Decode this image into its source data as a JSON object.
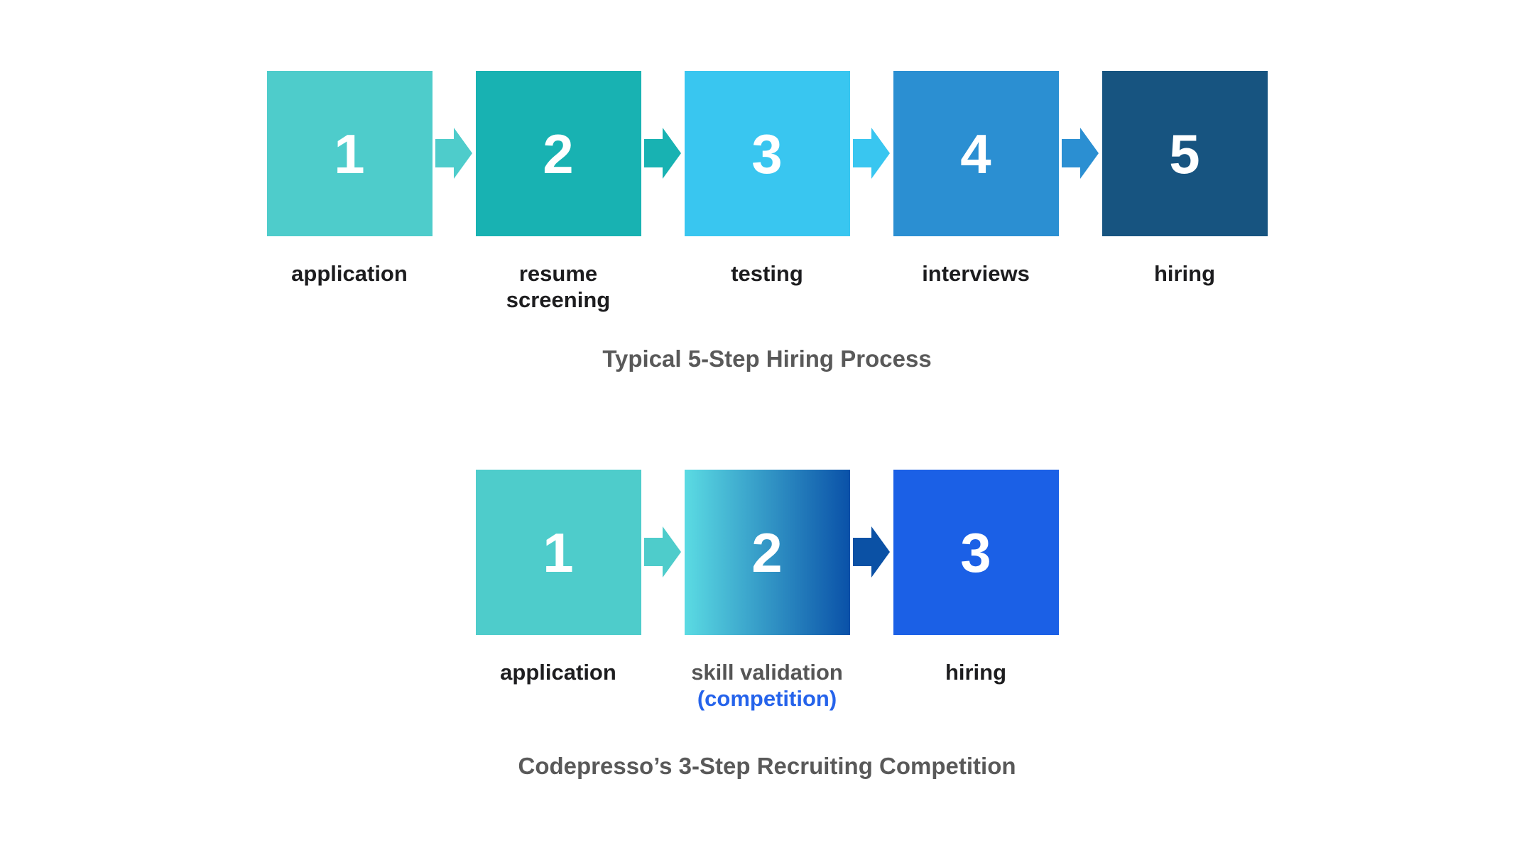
{
  "background_color": "#ffffff",
  "title_color": "#595959",
  "rows": [
    {
      "title": "Typical 5-Step Hiring Process",
      "steps": [
        {
          "number": "1",
          "line1": "application",
          "line1_color": "#1d1d1f",
          "background": "#4ECCCB"
        },
        {
          "number": "2",
          "line1": "resume",
          "line2": "screening",
          "line1_color": "#1d1d1f",
          "line2_color": "#1d1d1f",
          "background": "#18B2B2"
        },
        {
          "number": "3",
          "line1": "testing",
          "line1_color": "#1d1d1f",
          "background": "#39C6F0"
        },
        {
          "number": "4",
          "line1": "interviews",
          "line1_color": "#1d1d1f",
          "background": "#2B8FD2"
        },
        {
          "number": "5",
          "line1": "hiring",
          "line1_color": "#1d1d1f",
          "background": "#175480"
        }
      ],
      "arrow_colors": [
        "#4ECCCB",
        "#18B2B2",
        "#39C6F0",
        "#2B8FD2"
      ]
    },
    {
      "title": "Codepresso’s 3-Step Recruiting Competition",
      "steps": [
        {
          "number": "1",
          "line1": "application",
          "line1_color": "#1d1d1f",
          "background": "#4ECCCB"
        },
        {
          "number": "2",
          "line1": "skill validation",
          "line2": "(competition)",
          "line1_color": "#555555",
          "line2_color": "#2563EB",
          "background": "linear-gradient(90deg, #5BDBE3, #0A51A8)",
          "gradient_colors": [
            "#5BDBE3",
            "#0A51A8"
          ]
        },
        {
          "number": "3",
          "line1": "hiring",
          "line1_color": "#1d1d1f",
          "background": "#1B60E6"
        }
      ],
      "arrow_colors": [
        "#4ECCCB",
        "#0B51A5"
      ]
    }
  ]
}
